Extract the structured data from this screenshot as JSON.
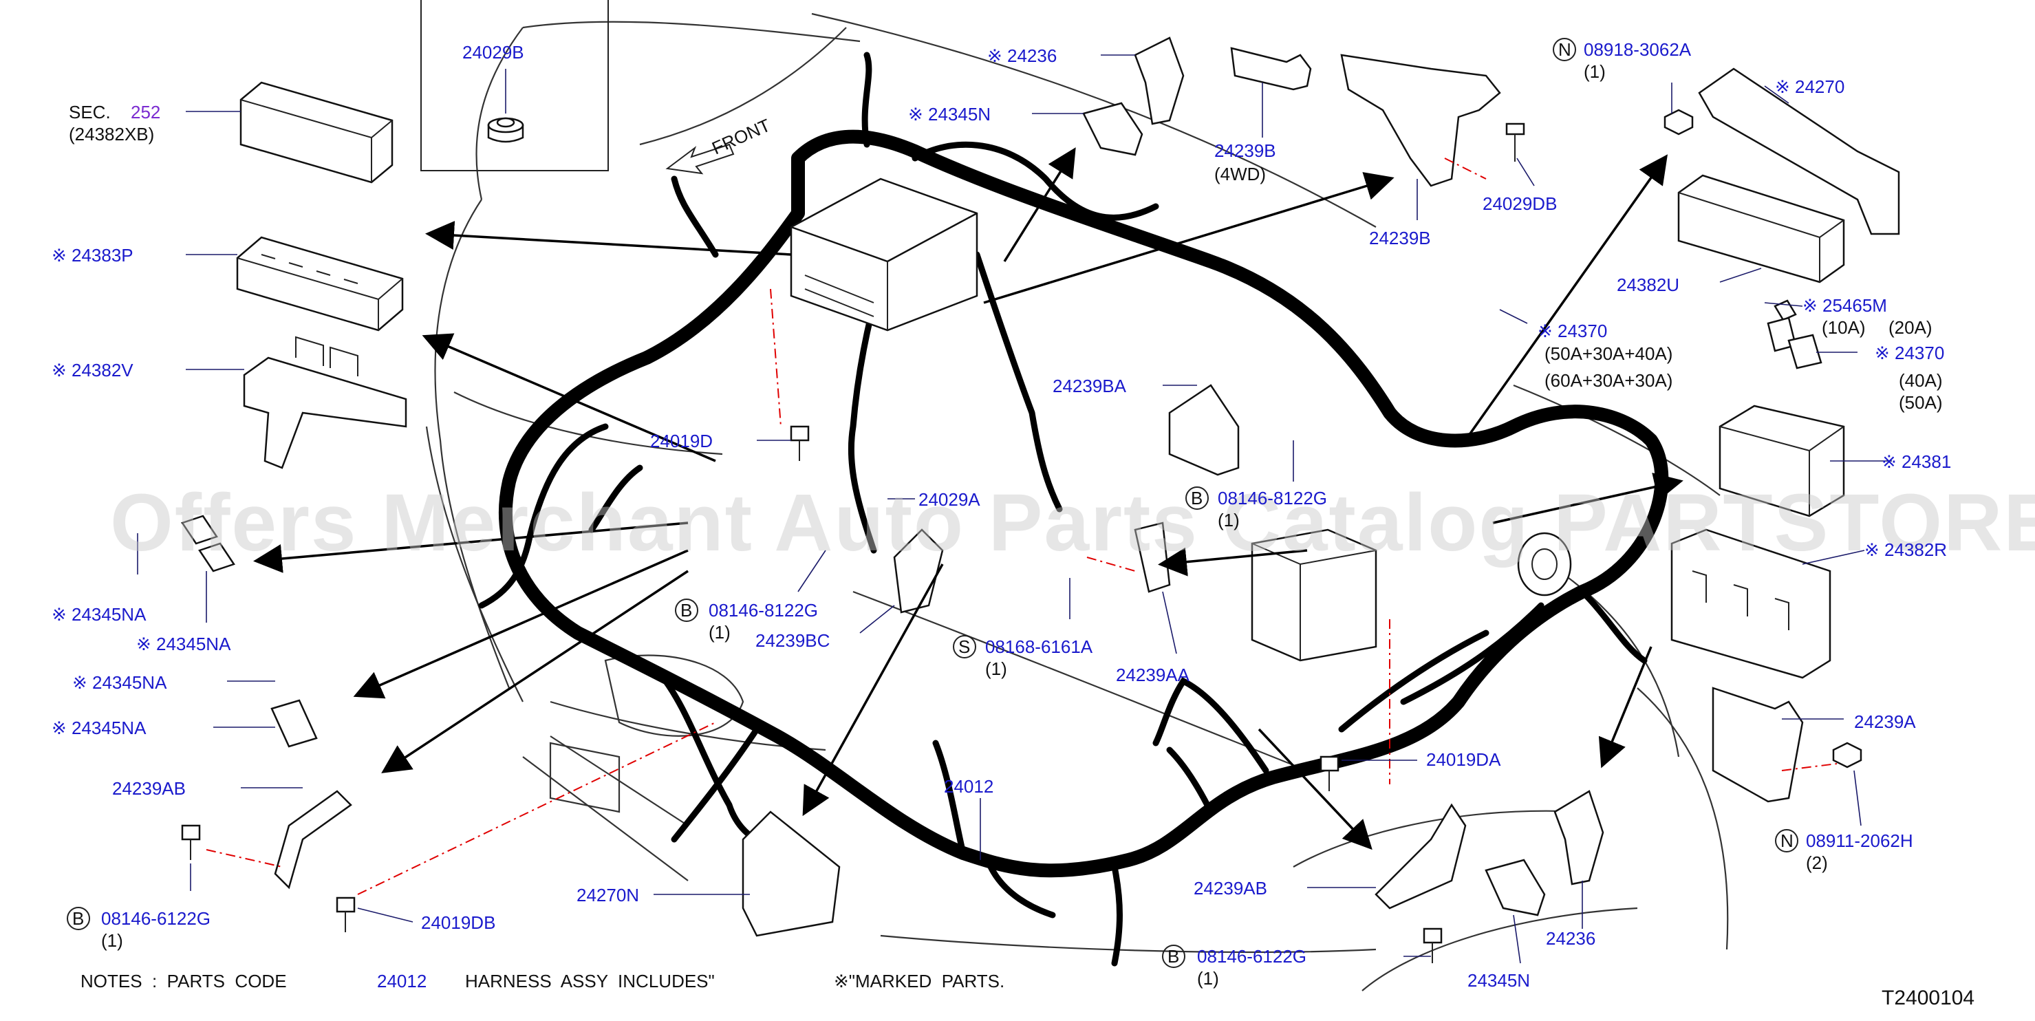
{
  "diagram_id": "T2400104",
  "watermark": "Offers Merchant Auto Parts Catalog PARTSTORE.SA",
  "front_label": "FRONT",
  "notes": {
    "prefix": "NOTES  :  PARTS  CODE",
    "code": "24012",
    "middle": "HARNESS  ASSY  INCLUDES\"",
    "suffix": "※\"MARKED  PARTS."
  },
  "labels": {
    "sec_prefix": "SEC.",
    "sec_ref": "252",
    "sec_sub": "(24382XB)",
    "p24029B_top": "24029B",
    "p24383P": "※ 24383P",
    "p24382V": "※ 24382V",
    "p24236_top": "※ 24236",
    "p24345N_top": "※ 24345N",
    "p24239B_4wd": "24239B",
    "p4wd": "(4WD)",
    "p24239B": "24239B",
    "p24029DB": "24029DB",
    "n_mark_1": "N",
    "p08918": "08918-3062A",
    "p08918_qty": "(1)",
    "p24270": "※ 24270",
    "p24382U": "24382U",
    "p25465M": "※ 25465M",
    "p10a": "(10A)",
    "p20a": "(20A)",
    "p24370_a": "※ 24370",
    "p24370_a1": "(50A+30A+40A)",
    "p24370_a2": "(60A+30A+30A)",
    "p24370_b": "※ 24370",
    "p40a": "(40A)",
    "p50a": "(50A)",
    "p24381": "※ 24381",
    "p24382R": "※ 24382R",
    "p24239BA": "24239BA",
    "b_mark_1": "B",
    "p08146_8122_r": "08146-8122G",
    "p08146_8122_r_qty": "(1)",
    "p24019D": "24019D",
    "p24029A": "24029A",
    "b_mark_2": "B",
    "p08146_8122_l": "08146-8122G",
    "p08146_8122_l_qty": "(1)",
    "p24239BC": "24239BC",
    "s_mark": "S",
    "p08168": "08168-6161A",
    "p08168_qty": "(1)",
    "p24239AA": "24239AA",
    "p24345NA_1": "※ 24345NA",
    "p24345NA_2": "※ 24345NA",
    "p24345NA_3": "※ 24345NA",
    "p24345NA_4": "※ 24345NA",
    "p24239AB_l": "24239AB",
    "b_mark_3": "B",
    "p08146_6122_l": "08146-6122G",
    "p08146_6122_l_qty": "(1)",
    "p24019DB": "24019DB",
    "p24270N": "24270N",
    "p24012": "24012",
    "p24019DA": "24019DA",
    "p24239AB_r": "24239AB",
    "b_mark_4": "B",
    "p08146_6122_r": "08146-6122G",
    "p08146_6122_r_qty": "(1)",
    "p24345N_b": "24345N",
    "p24236_b": "24236",
    "p24239A": "24239A",
    "n_mark_2": "N",
    "p08911": "08911-2062H",
    "p08911_qty": "(2)"
  }
}
